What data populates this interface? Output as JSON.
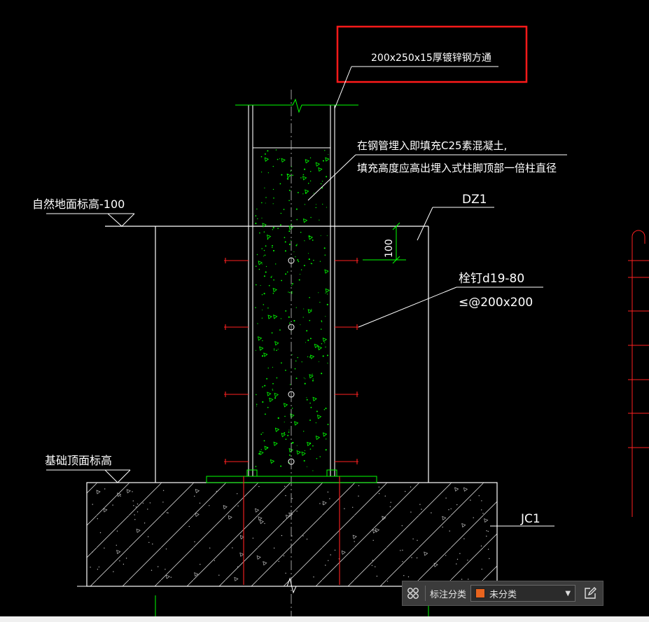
{
  "drawing": {
    "callouts": {
      "tube_spec": "200x250x15厚镀锌钢方通",
      "fill_note_line1": "在钢管埋入即填充C25素混凝土,",
      "fill_note_line2": "填充高度应高出埋入式柱脚顶部一倍柱直径",
      "column_tag": "DZ1",
      "stud_spec_line1": "栓钉d19-80",
      "stud_spec_line2": "≤@200x200",
      "foundation_tag": "JC1",
      "dimension_100": "100"
    },
    "elevations": {
      "ground_level": "自然地面标高-100",
      "foundation_top": "基础顶面标高"
    }
  },
  "toolbar": {
    "category_label": "标注分类",
    "category_value": "未分类",
    "category_color": "#e8641e"
  },
  "colors": {
    "background": "#000000",
    "line_white": "#ffffff",
    "line_green": "#00ff00",
    "line_red": "#ff2020",
    "highlight_box": "#ff1a1a"
  }
}
